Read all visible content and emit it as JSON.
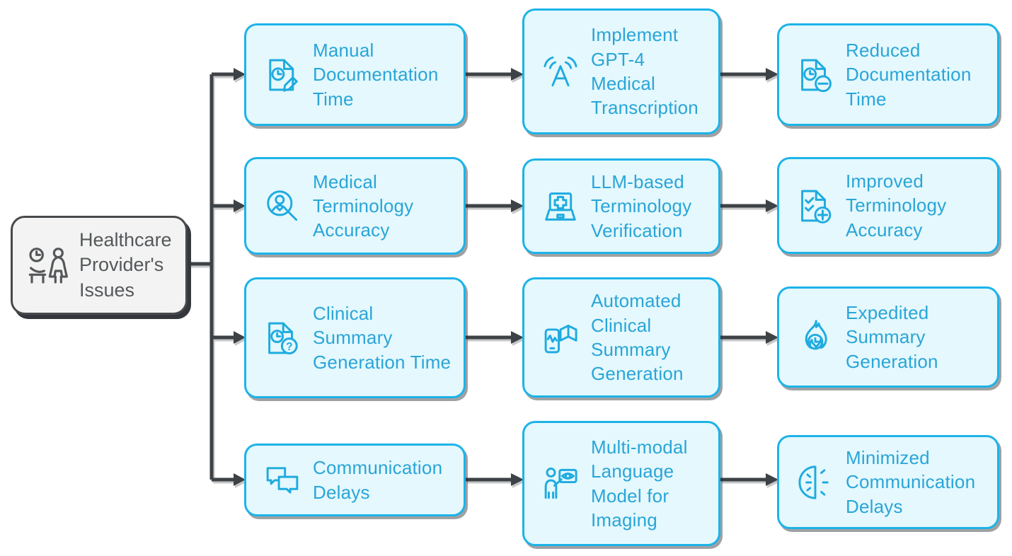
{
  "diagram": {
    "title": "Healthcare provider issues flowchart",
    "root": {
      "label": "Healthcare Provider's Issues",
      "icon": "waiting-person-icon"
    },
    "rows": [
      {
        "problem": {
          "label": "Manual Documentation Time",
          "icon": "document-clock-edit-icon"
        },
        "solution": {
          "label": "Implement GPT-4 Medical Transcription",
          "icon": "voice-recognition-icon"
        },
        "outcome": {
          "label": "Reduced Documentation Time",
          "icon": "document-clock-minus-icon"
        }
      },
      {
        "problem": {
          "label": "Medical Terminology Accuracy",
          "icon": "person-search-icon"
        },
        "solution": {
          "label": "LLM-based Terminology Verification",
          "icon": "medical-laptop-icon"
        },
        "outcome": {
          "label": "Improved Terminology Accuracy",
          "icon": "checklist-plus-icon"
        }
      },
      {
        "problem": {
          "label": "Clinical Summary Generation Time",
          "icon": "document-clock-question-icon"
        },
        "solution": {
          "label": "Automated Clinical Summary Generation",
          "icon": "phone-book-icon"
        },
        "outcome": {
          "label": "Expedited Summary Generation",
          "icon": "flame-clock-icon"
        }
      },
      {
        "problem": {
          "label": "Communication Delays",
          "icon": "chat-bubbles-icon"
        },
        "solution": {
          "label": "Multi-modal Language Model for Imaging",
          "icon": "presenter-screen-icon"
        },
        "outcome": {
          "label": "Minimized Communication Delays",
          "icon": "half-clock-icon"
        }
      }
    ],
    "colors": {
      "node_fill": "#e4f8fd",
      "node_border": "#1db3e8",
      "node_text": "#2aa5d8",
      "icon_stroke": "#1fabdf",
      "root_fill": "#f3f3f3",
      "root_border": "#47494b",
      "root_text": "#55585a",
      "connector": "#3d4246",
      "background": "#ffffff"
    }
  }
}
